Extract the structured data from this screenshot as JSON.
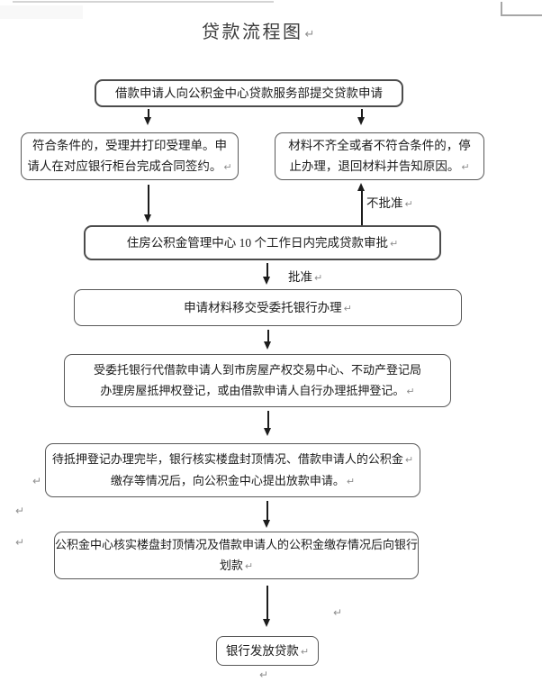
{
  "document": {
    "title": "贷款流程图",
    "pilcrow": "↵"
  },
  "labels": {
    "approve": "批准",
    "not_approve": "不批准"
  },
  "nodes": {
    "submit": {
      "lines": [
        "借款申请人向公积金中心贷款服务部提交贷款申请"
      ]
    },
    "accepted": {
      "lines": [
        "符合条件的，受理并打印受理单。申",
        "请人在对应银行柜台完成合同签约。"
      ]
    },
    "rejected": {
      "lines": [
        "材料不齐全或者不符合条件的，停",
        "止办理，退回材料并告知原因。"
      ]
    },
    "review": {
      "lines": [
        "住房公积金管理中心 10 个工作日内完成贷款审批"
      ]
    },
    "transfer": {
      "lines": [
        "申请材料移交受委托银行办理"
      ]
    },
    "mortgage": {
      "lines": [
        "受委托银行代借款申请人到市房屋产权交易中心、不动产登记局",
        "办理房屋抵押权登记，或由借款申请人自行办理抵押登记。"
      ]
    },
    "bank_verify": {
      "lines": [
        "待抵押登记办理完毕，银行核实楼盘封顶情况、借款申请人的公积金",
        "缴存等情况后，向公积金中心提出放款申请。"
      ]
    },
    "center_verify": {
      "lines": [
        "公积金中心核实楼盘封顶情况及借款申请人的公积金缴存情况后向银行",
        "划款"
      ]
    },
    "disburse": {
      "lines": [
        "银行发放贷款"
      ]
    }
  }
}
